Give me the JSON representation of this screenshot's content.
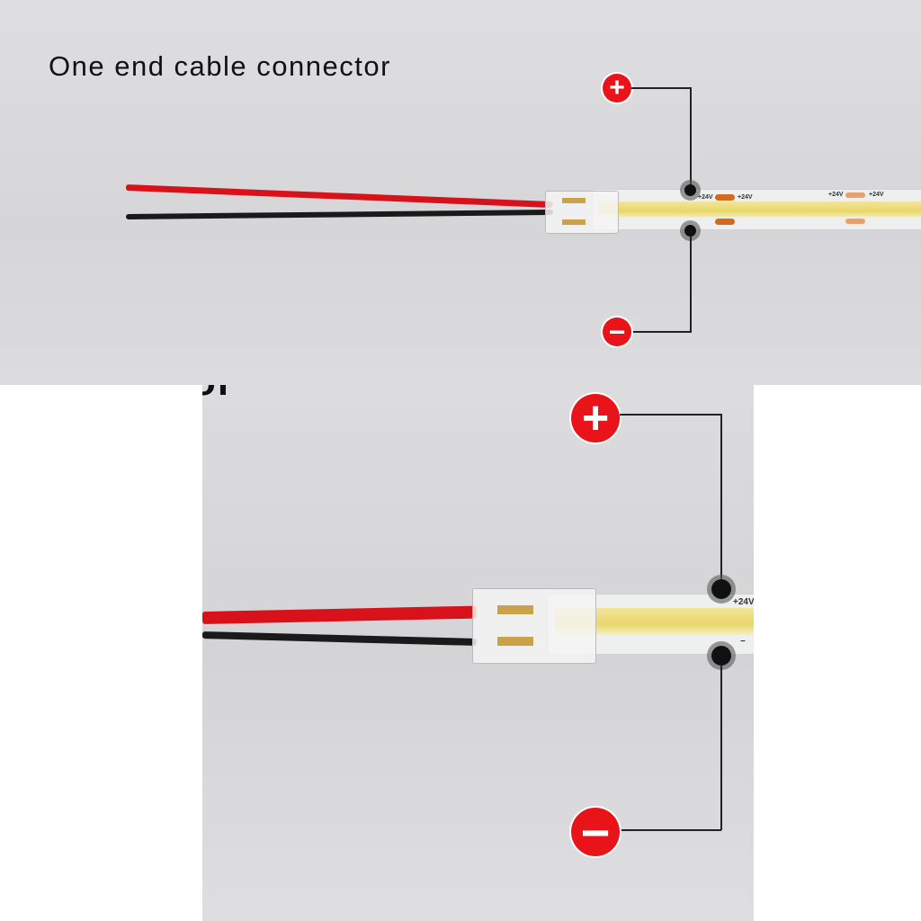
{
  "title": "One end cable connector",
  "clipped_title_fragment": "or",
  "polarity": {
    "positive_symbol": "+",
    "negative_symbol": "−"
  },
  "strip_labels": {
    "positive": "+24V",
    "negative": "−"
  },
  "colors": {
    "sign_red": "#e8141a",
    "wire_red": "#d8121a",
    "wire_black": "#1a1a1a",
    "cob_yellow": "#ecd96e"
  }
}
